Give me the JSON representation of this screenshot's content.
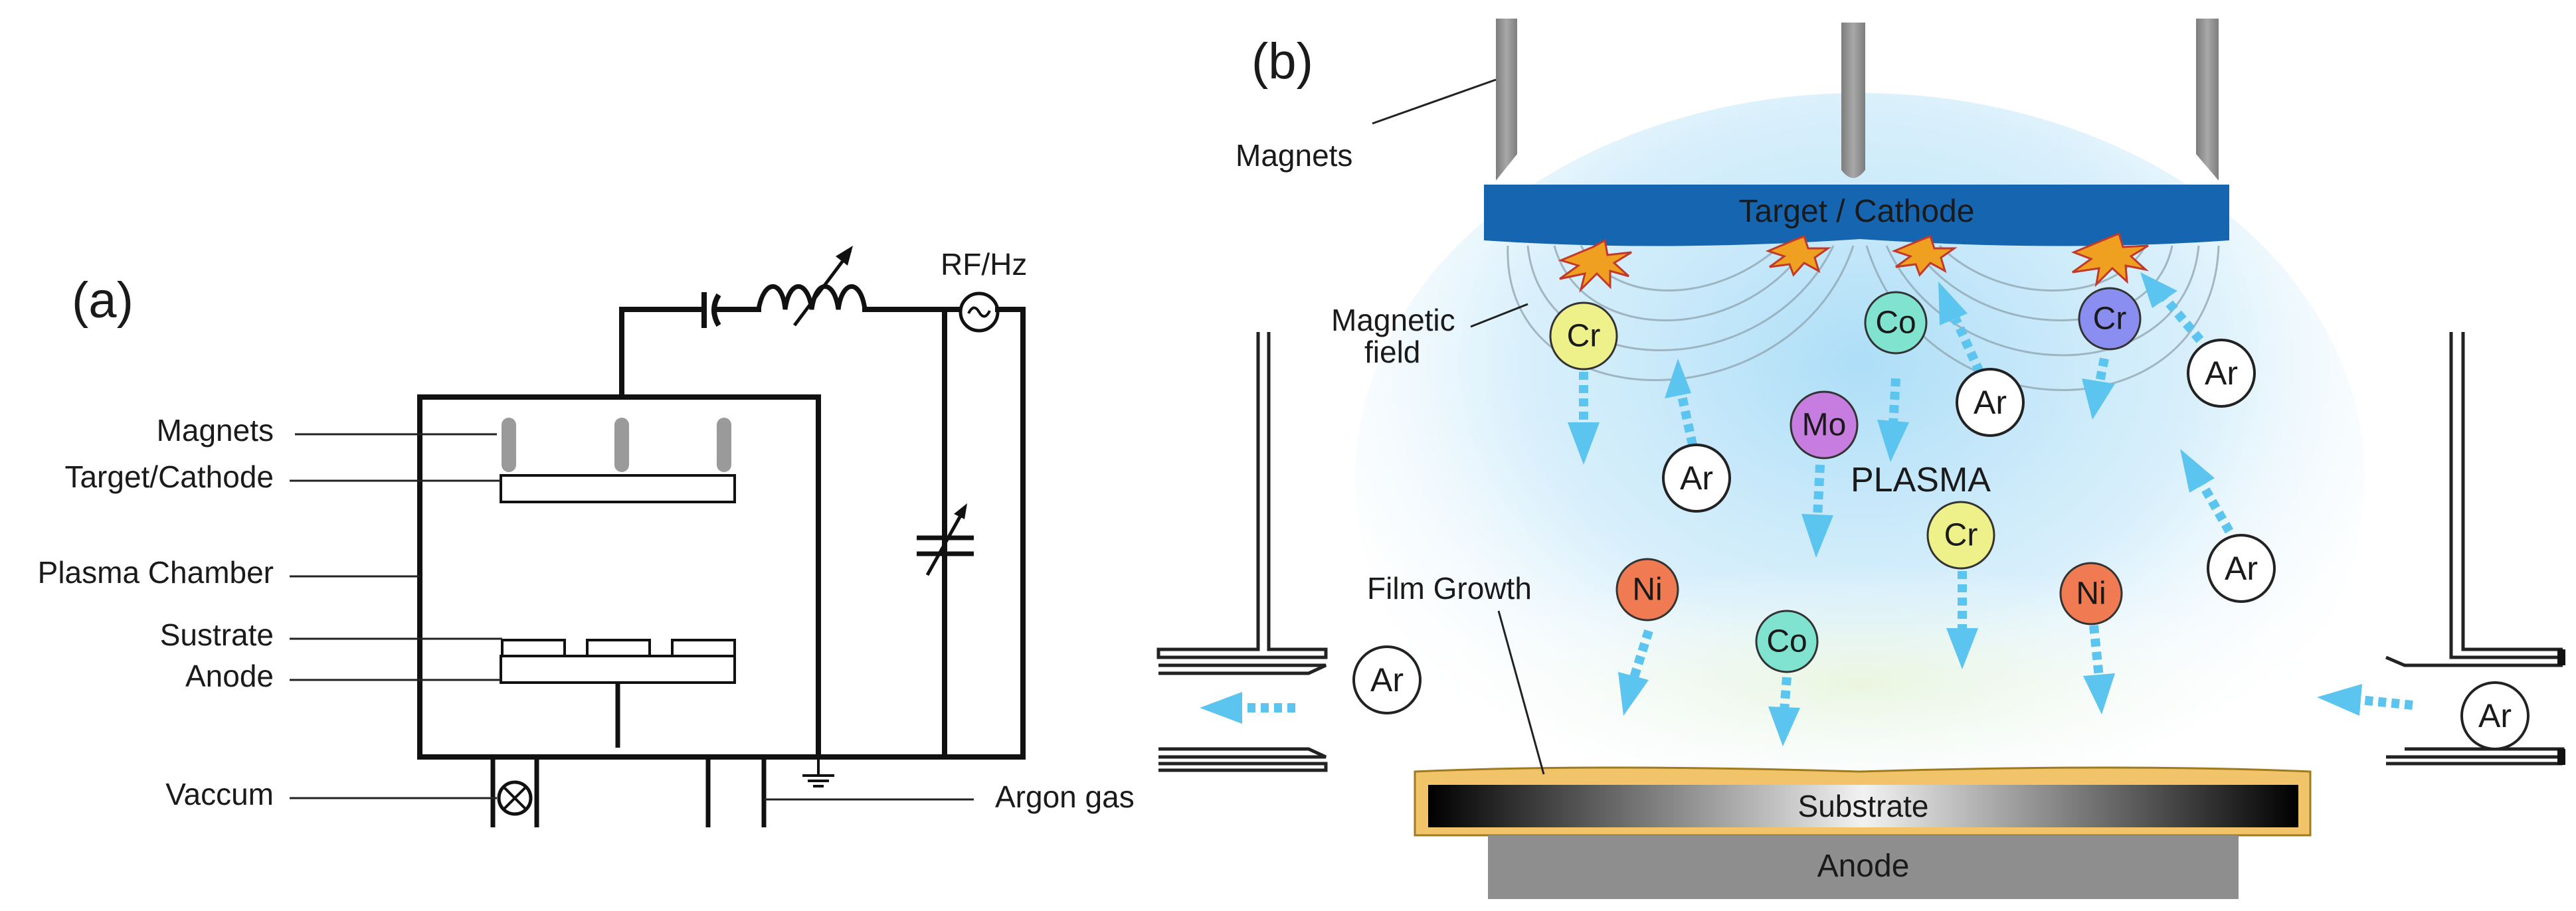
{
  "panel_a": {
    "tag": "(a)",
    "labels": {
      "magnets": "Magnets",
      "target": "Target/Cathode",
      "chamber": "Plasma Chamber",
      "substrate": "Sustrate",
      "anode": "Anode",
      "vacuum": "Vaccum",
      "argon": "Argon gas",
      "rf": "RF/Hz"
    }
  },
  "panel_b": {
    "tag": "(b)",
    "labels": {
      "magnets": "Magnets",
      "target": "Target / Cathode",
      "field_1": "Magnetic",
      "field_2": "field",
      "plasma": "PLASMA",
      "film": "Film Growth",
      "substrate": "Substrate",
      "anode": "Anode"
    },
    "colors": {
      "target": "#1565b0",
      "plasma": "#bfe6fb",
      "arrow": "#5bc4ef",
      "film": "#f2c46a",
      "anode": "#8e8e8e"
    },
    "species": {
      "Ar": "#ffffff",
      "Cr": "#eef08a",
      "Co": "#7fe3d0",
      "Mo": "#c77ce0",
      "Ni": "#f07a52",
      "Cr_sputtered": "#8a8ef0"
    },
    "ions": [
      {
        "id": "cr-1",
        "label": "Cr",
        "species": "Cr"
      },
      {
        "id": "co-1",
        "label": "Co",
        "species": "Co"
      },
      {
        "id": "cr-2",
        "label": "Cr",
        "species": "Cr_sputtered"
      },
      {
        "id": "mo-1",
        "label": "Mo",
        "species": "Mo"
      },
      {
        "id": "ar-1",
        "label": "Ar",
        "species": "Ar"
      },
      {
        "id": "ar-2",
        "label": "Ar",
        "species": "Ar"
      },
      {
        "id": "ar-3",
        "label": "Ar",
        "species": "Ar"
      },
      {
        "id": "cr-3",
        "label": "Cr",
        "species": "Cr"
      },
      {
        "id": "ar-4",
        "label": "Ar",
        "species": "Ar"
      },
      {
        "id": "ni-1",
        "label": "Ni",
        "species": "Ni"
      },
      {
        "id": "ni-2",
        "label": "Ni",
        "species": "Ni"
      },
      {
        "id": "co-2",
        "label": "Co",
        "species": "Co"
      },
      {
        "id": "ar-5",
        "label": "Ar",
        "species": "Ar"
      },
      {
        "id": "ar-6",
        "label": "Ar",
        "species": "Ar"
      }
    ]
  }
}
